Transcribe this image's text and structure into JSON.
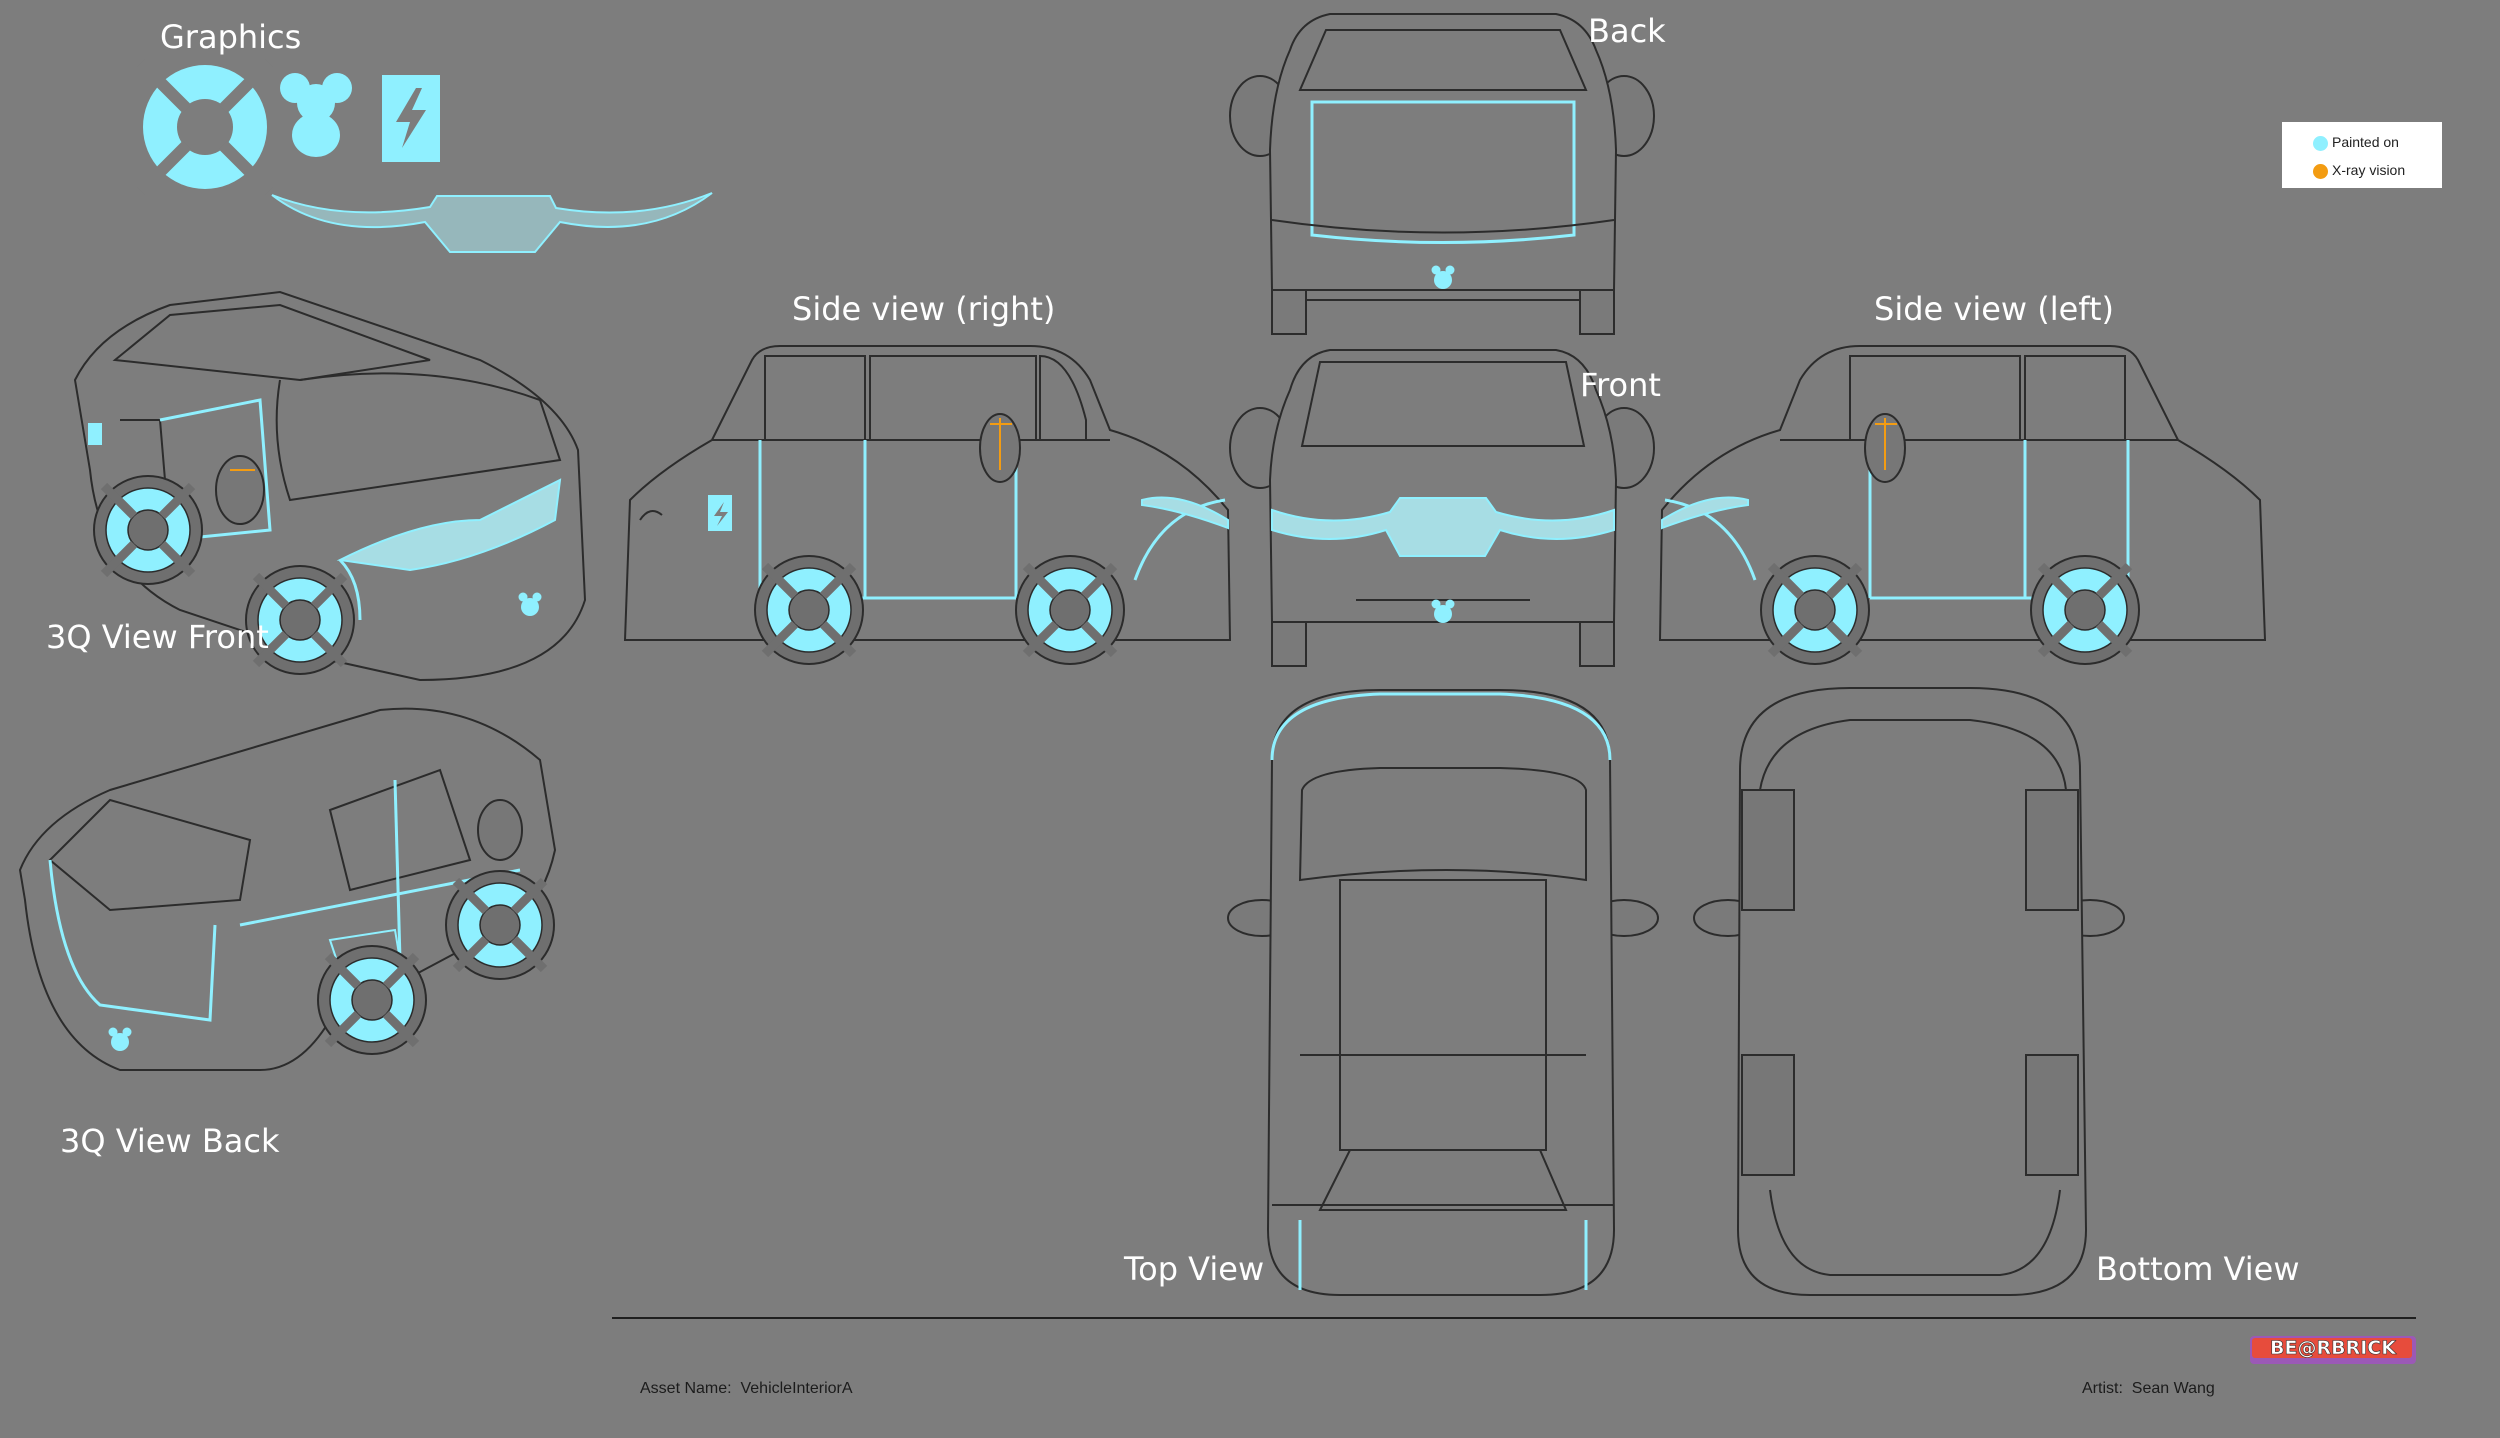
{
  "colors": {
    "background": "#7d7d7d",
    "painted_on": "#8ff0ff",
    "xray": "#f39c12",
    "outline": "#2c2c2c"
  },
  "labels": {
    "graphics": "Graphics",
    "back": "Back",
    "front": "Front",
    "side_right": "Side view (right)",
    "side_left": "Side view (left)",
    "view_3q_front": "3Q View Front",
    "view_3q_back": "3Q View Back",
    "top_view": "Top View",
    "bottom_view": "Bottom View"
  },
  "legend": {
    "painted_on": "Painted on",
    "xray_vision": "X-ray vision"
  },
  "footer": {
    "asset_label": "Asset Name:",
    "asset_value": "VehicleInteriorA",
    "artist_label": "Artist:",
    "artist_value": "Sean Wang"
  },
  "logo": {
    "text": "BE@RBRICK"
  },
  "icons": [
    "lifebuoy-icon",
    "bear-head-icon",
    "lightning-bolt-icon",
    "hood-graphic-icon"
  ]
}
